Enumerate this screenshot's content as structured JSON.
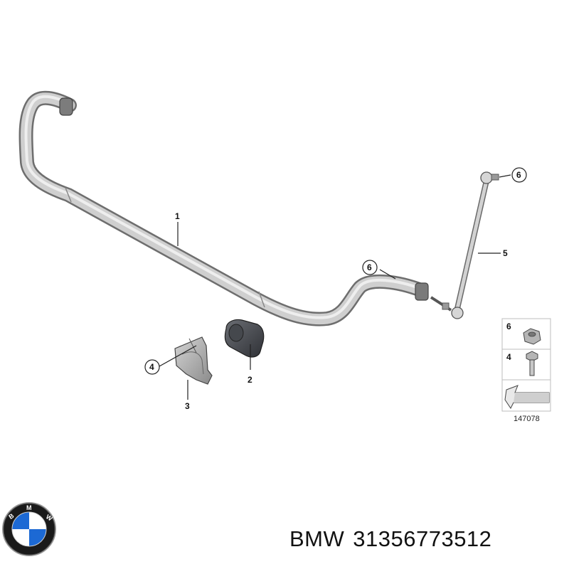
{
  "callouts": {
    "c1": "1",
    "c2": "2",
    "c3": "3",
    "c4": "4",
    "c5": "5",
    "c6a": "6",
    "c6b": "6"
  },
  "legend": {
    "item_nut": "6",
    "item_bolt": "4",
    "ref_number": "147078"
  },
  "logo": {
    "letters": "BMW",
    "colors": {
      "blue": "#1c69d4",
      "ring": "#1a1a1a"
    }
  },
  "caption": {
    "brand": "BMW",
    "part_number": "31356773512"
  }
}
